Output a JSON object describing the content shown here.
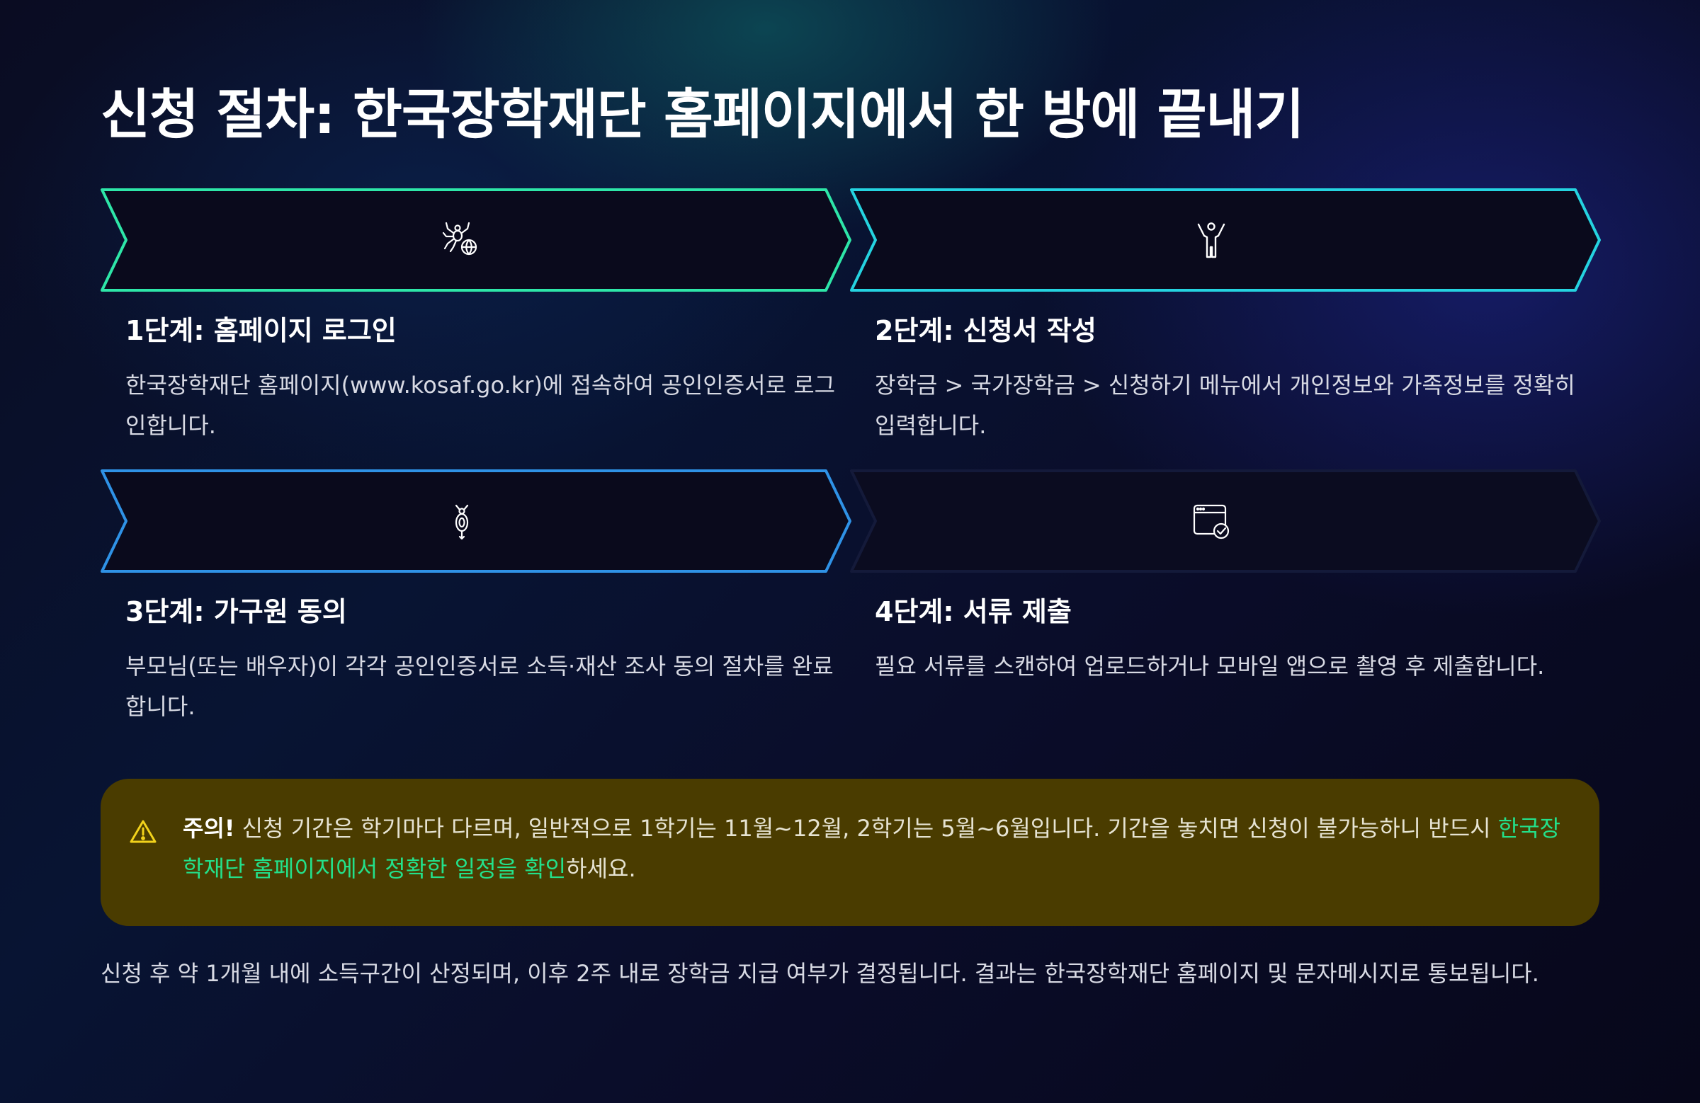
{
  "title": "신청 절차: 한국장학재단 홈페이지에서 한 방에 끝내기",
  "steps": [
    {
      "title": "1단계: 홈페이지 로그인",
      "description": "한국장학재단 홈페이지(www.kosaf.go.kr)에 접속하여 공인인증서로 로그인합니다.",
      "icon": "spider-globe-icon",
      "color": "#2ee6a8"
    },
    {
      "title": "2단계: 신청서 작성",
      "description": "장학금 > 국가장학금 > 신청하기 메뉴에서 개인정보와 가족정보를 정확히 입력합니다.",
      "icon": "person-raising-arms-icon",
      "color": "#25d3e0"
    },
    {
      "title": "3단계: 가구원 동의",
      "description": "부모님(또는 배우자)이 각각 공인인증서로 소득·재산 조사 동의 절차를 완료합니다.",
      "icon": "bug-icon",
      "color": "#2f92e6"
    },
    {
      "title": "4단계: 서류 제출",
      "description": "필요 서류를 스캔하여 업로드하거나 모바일 앱으로 촬영 후 제출합니다.",
      "icon": "browser-check-icon",
      "color": "#141a3a"
    }
  ],
  "notice": {
    "icon": "warning-icon",
    "label": "주의!",
    "text": " 신청 기간은 학기마다 다르며, 일반적으로 1학기는 11월~12월, 2학기는 5월~6월입니다. 기간을 놓치면 신청이 불가능하니 반드시 ",
    "highlight": "한국장학재단 홈페이지에서 정확한 일정을 확인",
    "suffix": "하세요.",
    "background": "#4a3c00",
    "highlight_color": "#23e08a"
  },
  "footer": "신청 후 약 1개월 내에 소득구간이 산정되며, 이후 2주 내로 장학금 지급 여부가 결정됩니다. 결과는 한국장학재단 홈페이지 및 문자메시지로 통보됩니다."
}
